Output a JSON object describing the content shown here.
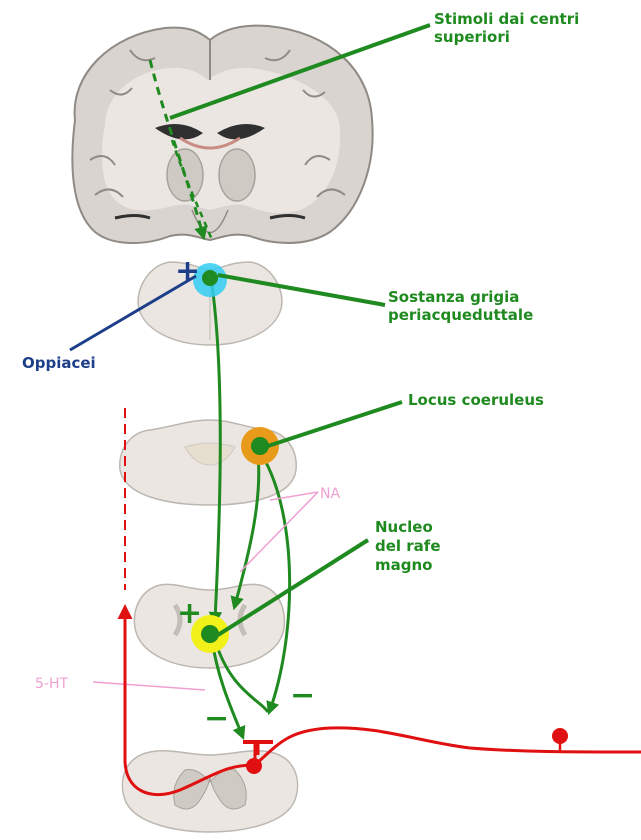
{
  "labels": {
    "stimoli_line1": "Stimoli dai centri",
    "stimoli_line2": "superiori",
    "sostanza_line1": "Sostanza grigia",
    "sostanza_line2": "periacqueduttale",
    "oppiacei": "Oppiacei",
    "locus": "Locus coeruleus",
    "nucleo_line1": "Nucleo",
    "nucleo_line2": "del rafe",
    "nucleo_line3": "magno",
    "na": "NA",
    "ht": "5-HT"
  },
  "signs": {
    "oppiacei_plus": "+",
    "rafe_plus": "+",
    "minus_left": "−",
    "minus_right": "−"
  },
  "colors": {
    "pathway_green": "#1f8a1f",
    "opioid_blue": "#1d3f8a",
    "pain_red": "#e01010",
    "transmitter_pink": "#f0a0d0",
    "pag_cyan": "#33ccf2",
    "locus_orange": "#e89a1a",
    "rafe_yellow": "#f2f21a",
    "tissue_gray": "#d9d4cf"
  }
}
